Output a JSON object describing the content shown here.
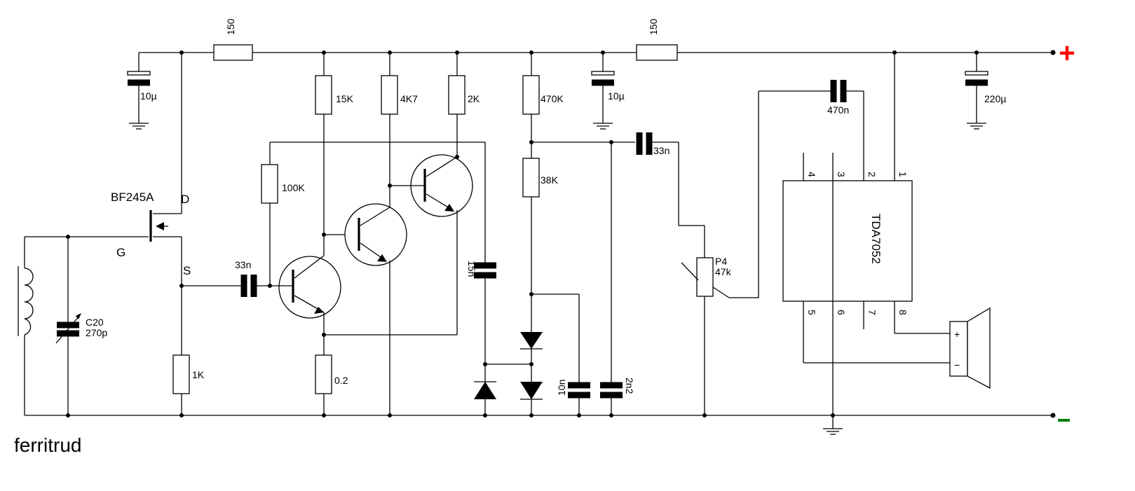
{
  "caption": "ferritrud",
  "colors": {
    "positive": "#ff0000",
    "negative": "#008000"
  },
  "rails": {
    "positive_symbol": "+",
    "negative_symbol": "−"
  },
  "components": {
    "r_in": {
      "value": "150"
    },
    "c_in": {
      "value": "10µ"
    },
    "r_mid": {
      "value": "150"
    },
    "c_mid": {
      "value": "10µ"
    },
    "c_out": {
      "value": "220µ"
    },
    "jfet": {
      "part": "BF245A",
      "pin_d": "D",
      "pin_g": "G",
      "pin_s": "S"
    },
    "c20": {
      "name": "C20",
      "value": "270p"
    },
    "r_1k": {
      "value": "1K"
    },
    "c_33n_a": {
      "value": "33n"
    },
    "r_100k": {
      "value": "100K"
    },
    "r_15k": {
      "value": "15K"
    },
    "r_4k7": {
      "value": "4K7"
    },
    "r_2k": {
      "value": "2K"
    },
    "r_02": {
      "value": "0.2"
    },
    "c_15n": {
      "value": "15n"
    },
    "r_470k": {
      "value": "470K"
    },
    "r_38k": {
      "value": "38K"
    },
    "c_33n_b": {
      "value": "33n"
    },
    "c_10n": {
      "value": "10n"
    },
    "c_2n2": {
      "value": "2n2"
    },
    "p4": {
      "name": "P4",
      "value": "47k"
    },
    "c_470n": {
      "value": "470n"
    },
    "ic": {
      "part": "TDA7052",
      "pins_top": [
        "4",
        "3",
        "2",
        "1"
      ],
      "pins_bottom": [
        "5",
        "6",
        "7",
        "8"
      ]
    },
    "speaker": {
      "plus": "+",
      "minus": "−"
    }
  }
}
